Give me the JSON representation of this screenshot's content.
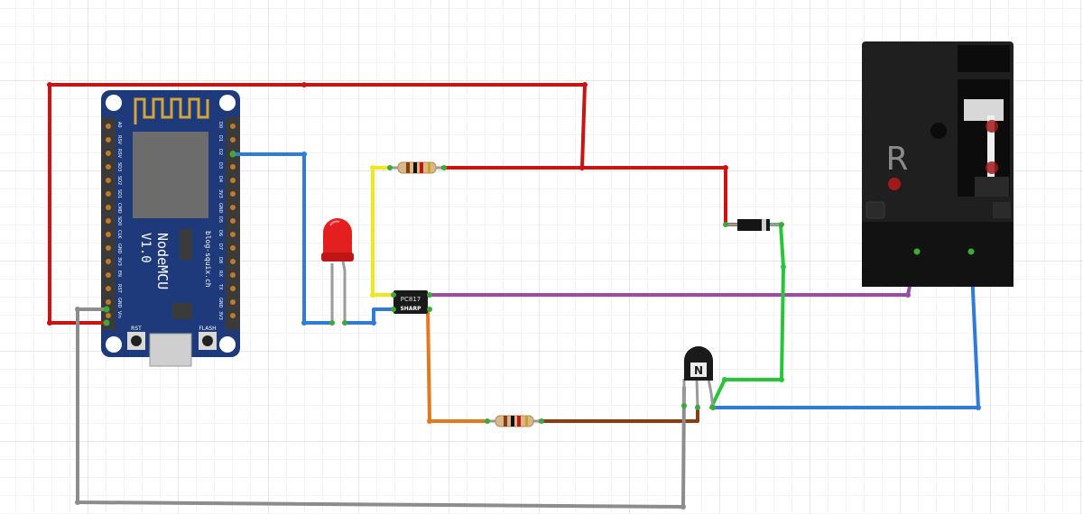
{
  "board": {
    "name": "NodeMCU",
    "version": "V1.0",
    "credit": "blog-squix.ch",
    "rst_label": "RST",
    "flash_label": "FLASH",
    "left_pins": [
      "A0",
      "RSV",
      "RSV",
      "SD3",
      "SD2",
      "SD1",
      "CMD",
      "SD0",
      "CLK",
      "GND",
      "3V3",
      "EN",
      "RST",
      "GND",
      "Vin"
    ],
    "right_pins": [
      "D0",
      "D1",
      "D2",
      "D3",
      "D4",
      "3V3",
      "GND",
      "D5",
      "D6",
      "D7",
      "D8",
      "RX",
      "TX",
      "GND",
      "3V3"
    ]
  },
  "optocoupler": {
    "part": "PC817",
    "brand": "SHARP"
  },
  "transistor": {
    "marking": "N"
  },
  "relay": {
    "logo": "R"
  },
  "colors": {
    "red_wire": "#c81414",
    "blue_wire": "#2f7bd6",
    "yellow_wire": "#f0e81e",
    "purple_wire": "#9a4da6",
    "orange_wire": "#e07a1f",
    "brown_wire": "#8a3d12",
    "green_wire": "#28c43a",
    "gray_wire": "#8c8c8c",
    "board": "#1e3a7a",
    "relay": "#1f1f1f",
    "led": "#e41f1f"
  }
}
